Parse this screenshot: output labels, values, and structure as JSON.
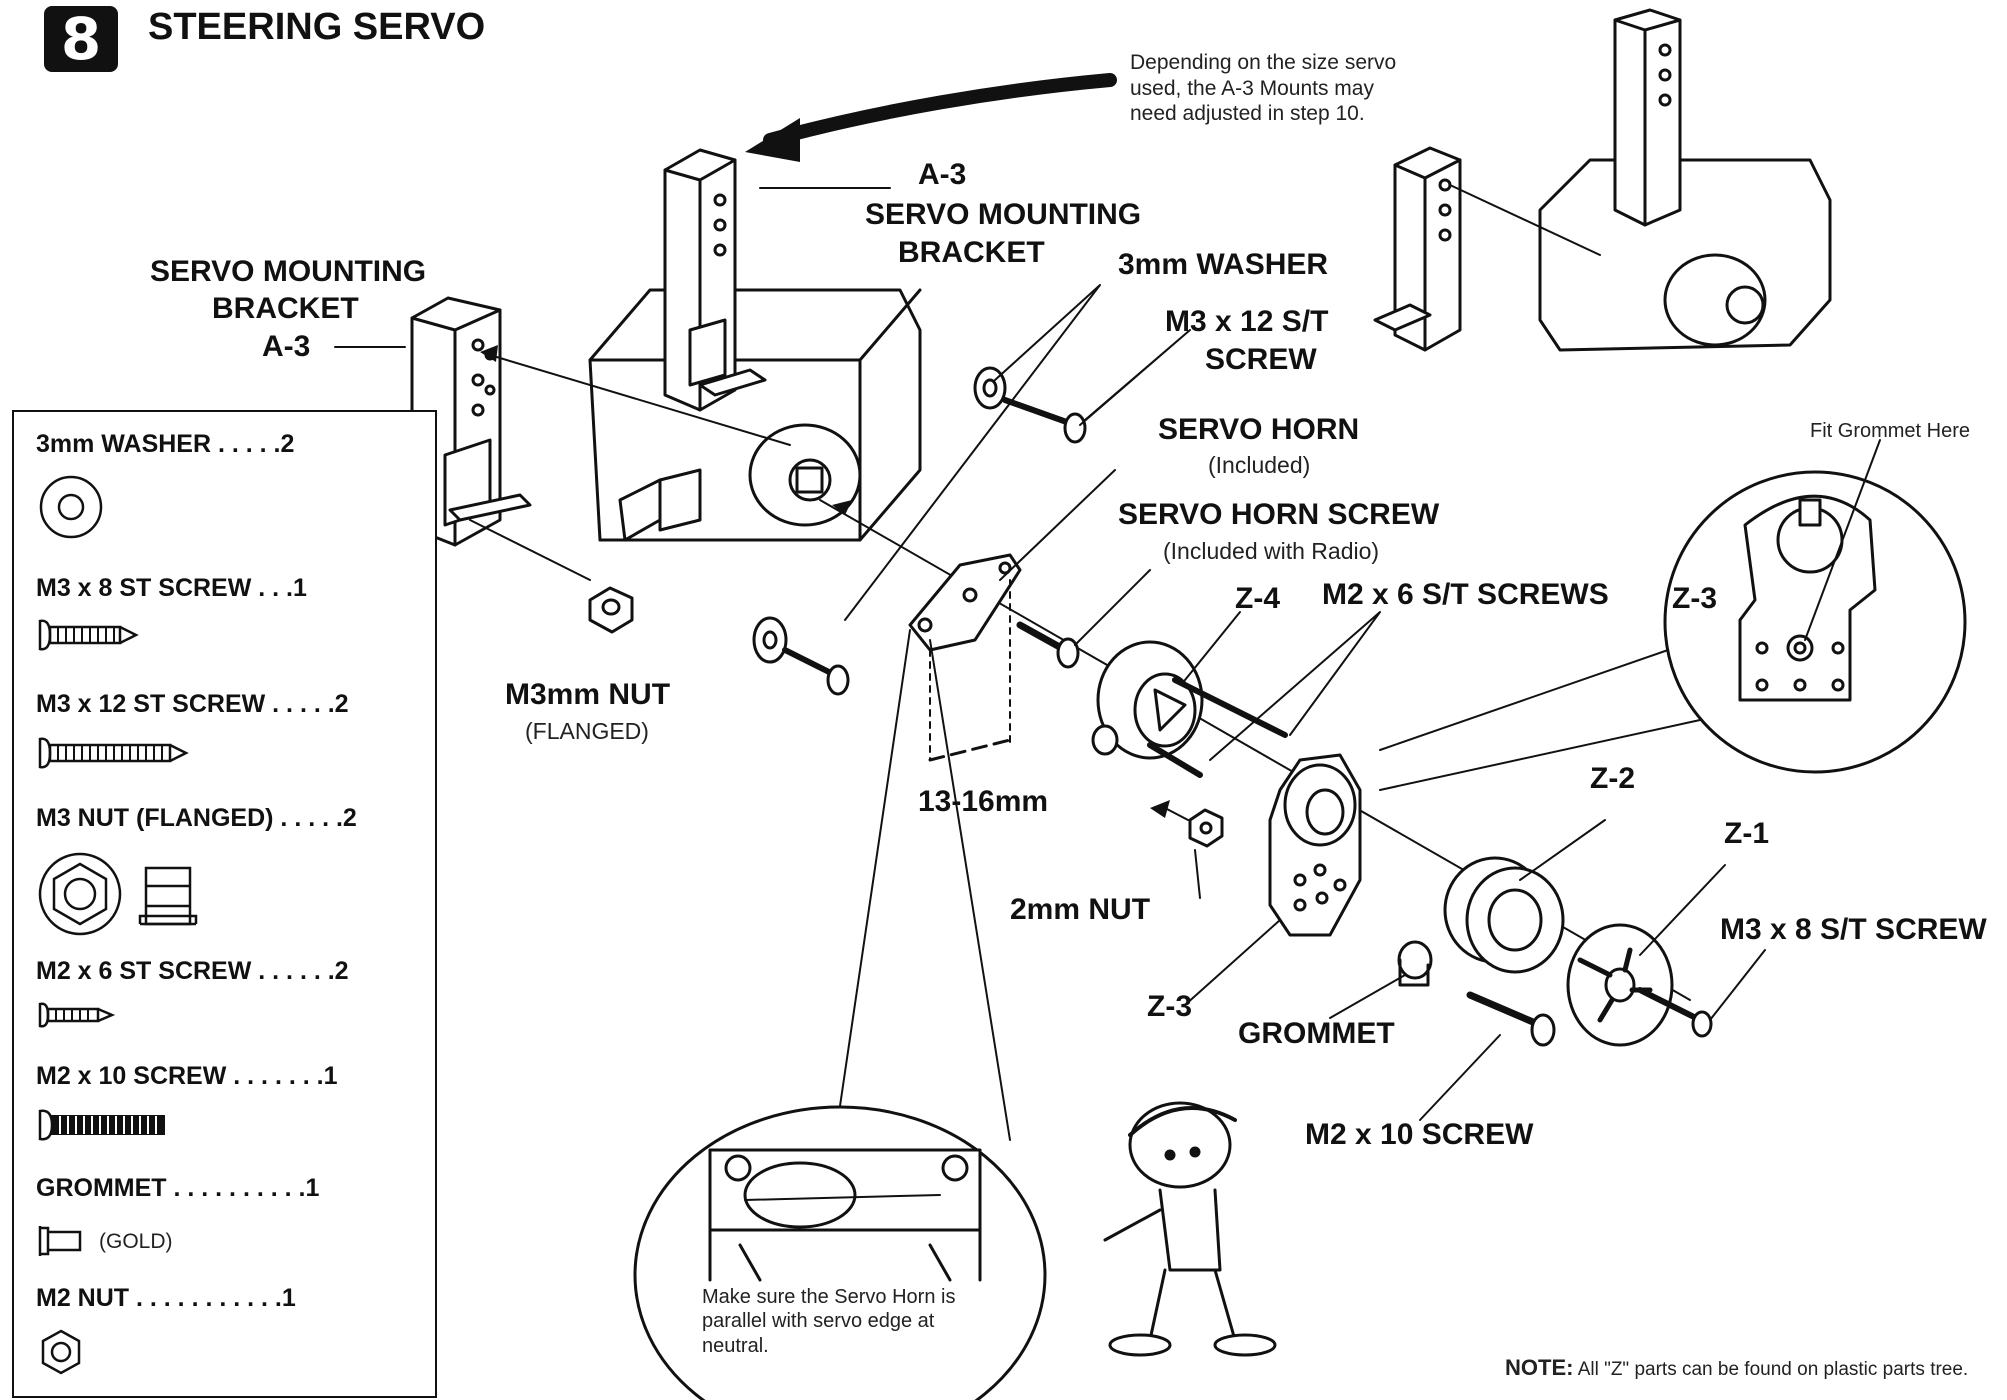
{
  "header": {
    "step_number": "8",
    "title": "STEERING SERVO"
  },
  "callout_top": {
    "text": "Depending on the size servo used, the A-3 Mounts may need adjusted in step 10."
  },
  "labels": {
    "a3_code": "A-3",
    "a3_name_line1": "SERVO MOUNTING",
    "a3_name_line2": "BRACKET",
    "left_bracket_line1": "SERVO MOUNTING",
    "left_bracket_line2": "BRACKET",
    "left_bracket_code": "A-3",
    "washer": "3mm WASHER",
    "m3x12_line1": "M3 x 12 S/T",
    "m3x12_line2": "SCREW",
    "servo_horn": "SERVO HORN",
    "servo_horn_sub": "(Included)",
    "servo_horn_screw": "SERVO HORN SCREW",
    "servo_horn_screw_sub": "(Included with Radio)",
    "z4": "Z-4",
    "m2x6": "M2 x 6 S/T SCREWS",
    "z3_detail": "Z-3",
    "fit_grommet": "Fit Grommet Here",
    "m3_nut": "M3mm NUT",
    "m3_nut_sub": "(FLANGED)",
    "dimension": "13-16mm",
    "two_mm_nut": "2mm NUT",
    "z2": "Z-2",
    "z1": "Z-1",
    "m3x8": "M3 x 8 S/T SCREW",
    "z3": "Z-3",
    "grommet": "GROMMET",
    "m2x10": "M2 x 10 SCREW",
    "detail_note": "Make sure the Servo Horn is parallel with servo edge at neutral.",
    "bottom_note_bold": "NOTE:",
    "bottom_note_text": "All \"Z\" parts can be found on plastic parts tree."
  },
  "parts_list": [
    {
      "label": "3mm WASHER . . . . .2",
      "icon": "washer-icon"
    },
    {
      "label": "M3 x 8 ST SCREW . . .1",
      "icon": "short-screw-icon"
    },
    {
      "label": "M3 x 12 ST SCREW . . . . .2",
      "icon": "long-screw-icon"
    },
    {
      "label": "M3 NUT (FLANGED) . . . . .2",
      "icon": "flanged-nut-icon"
    },
    {
      "label": "M2 x 6 ST SCREW . . . . . .2",
      "icon": "tiny-screw-icon"
    },
    {
      "label": "M2 x 10 SCREW . . . . . . .1",
      "icon": "machine-screw-icon"
    },
    {
      "label": "GROMMET . . . . . . . . . .1",
      "icon": "grommet-icon",
      "note": "(GOLD)"
    },
    {
      "label": "M2 NUT . . . . . . . . . . .1",
      "icon": "small-nut-icon"
    }
  ],
  "colors": {
    "ink": "#111111",
    "paper": "#ffffff"
  }
}
